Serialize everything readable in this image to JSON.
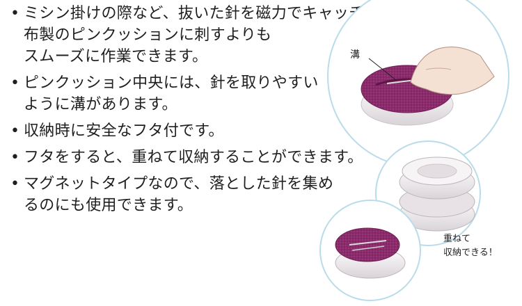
{
  "bullets": [
    {
      "lines": [
        "ミシン掛けの際など、抜いた針を磁力でキャッチするので、",
        "布製のピンクッションに刺すよりも",
        "スムーズに作業できます。"
      ]
    },
    {
      "lines": [
        "ピンクッション中央には、針を取りやすい",
        "ように溝があります。"
      ]
    },
    {
      "lines": [
        "収納時に安全なフタ付です。"
      ]
    },
    {
      "lines": [
        "フタをすると、重ねて収納することができます。"
      ]
    },
    {
      "lines": [
        "マグネットタイプなので、落とした針を集め",
        "るのにも使用できます。"
      ]
    }
  ],
  "bullet_glyph": "•",
  "illustrations": {
    "groove_label": "溝",
    "stack_label": [
      "重ねて",
      "収納できる！"
    ]
  },
  "colors": {
    "cushion_purple": "#8c2b6c",
    "cushion_light": "#b35a95",
    "base_white": "#f3f0f2",
    "circle_outline": "#b9dbea"
  }
}
